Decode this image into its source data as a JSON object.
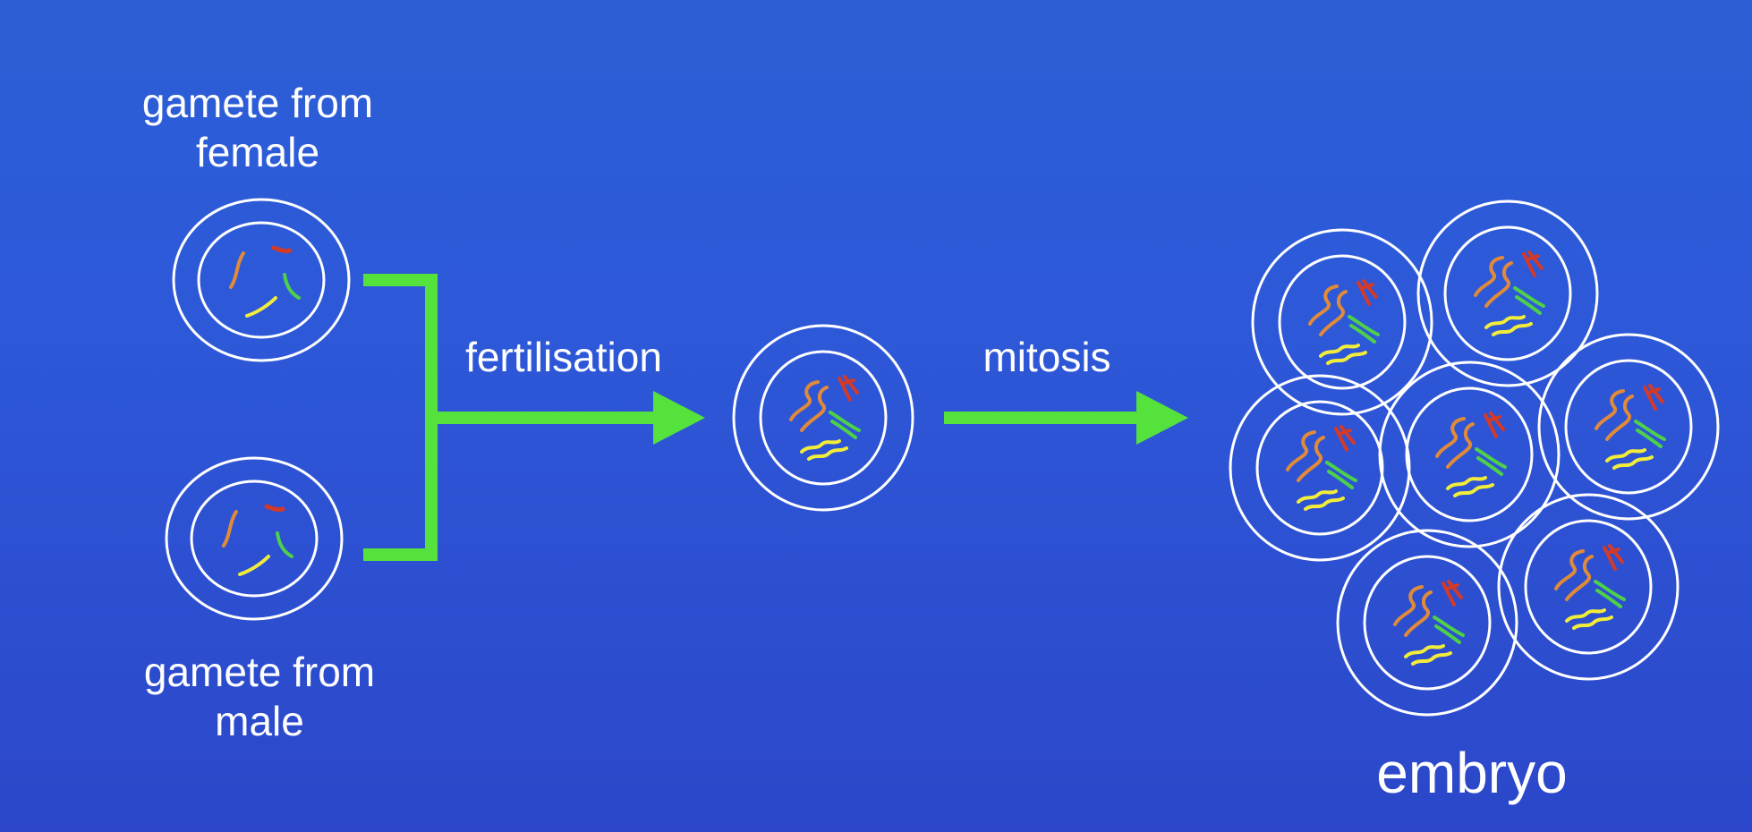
{
  "labels": {
    "female_line1": "gamete from",
    "female_line2": "female",
    "male_line1": "gamete from",
    "male_line2": "male",
    "fertilisation": "fertilisation",
    "mitosis": "mitosis",
    "embryo": "embryo"
  },
  "colors": {
    "arrow": "#55e23c",
    "membrane": "#ffffff",
    "chromosome_orange": "#e08a3a",
    "chromosome_red": "#d23a2a",
    "chromosome_green": "#4fd04a",
    "chromosome_yellow": "#f2ec3a"
  },
  "icons": {
    "cell": "cell-icon",
    "arrow": "arrow-icon"
  }
}
